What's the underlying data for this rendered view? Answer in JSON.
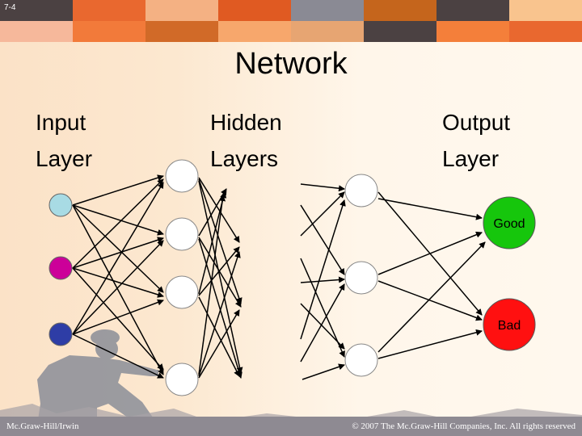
{
  "slide": {
    "number": "7-4",
    "title": "Network",
    "accent_colors": [
      "#e9682f",
      "#f4b183",
      "#c5651c",
      "#8a8a94",
      "#4b4142"
    ]
  },
  "layers": {
    "input": [
      "Input",
      "Layer"
    ],
    "hidden": [
      "Hidden",
      "Layers"
    ],
    "output": [
      "Output",
      "Layer"
    ]
  },
  "nodes": {
    "input_colors": [
      "#a8dbe4",
      "#cc0099",
      "#2e3da6"
    ],
    "output_good": {
      "label": "Good",
      "color": "#16c60c"
    },
    "output_bad": {
      "label": "Bad",
      "color": "#ff1010"
    }
  },
  "footer": {
    "left": "Mc.Graw-Hill/Irwin",
    "right": "© 2007 The Mc.Graw-Hill Companies, Inc.  All rights reserved"
  }
}
